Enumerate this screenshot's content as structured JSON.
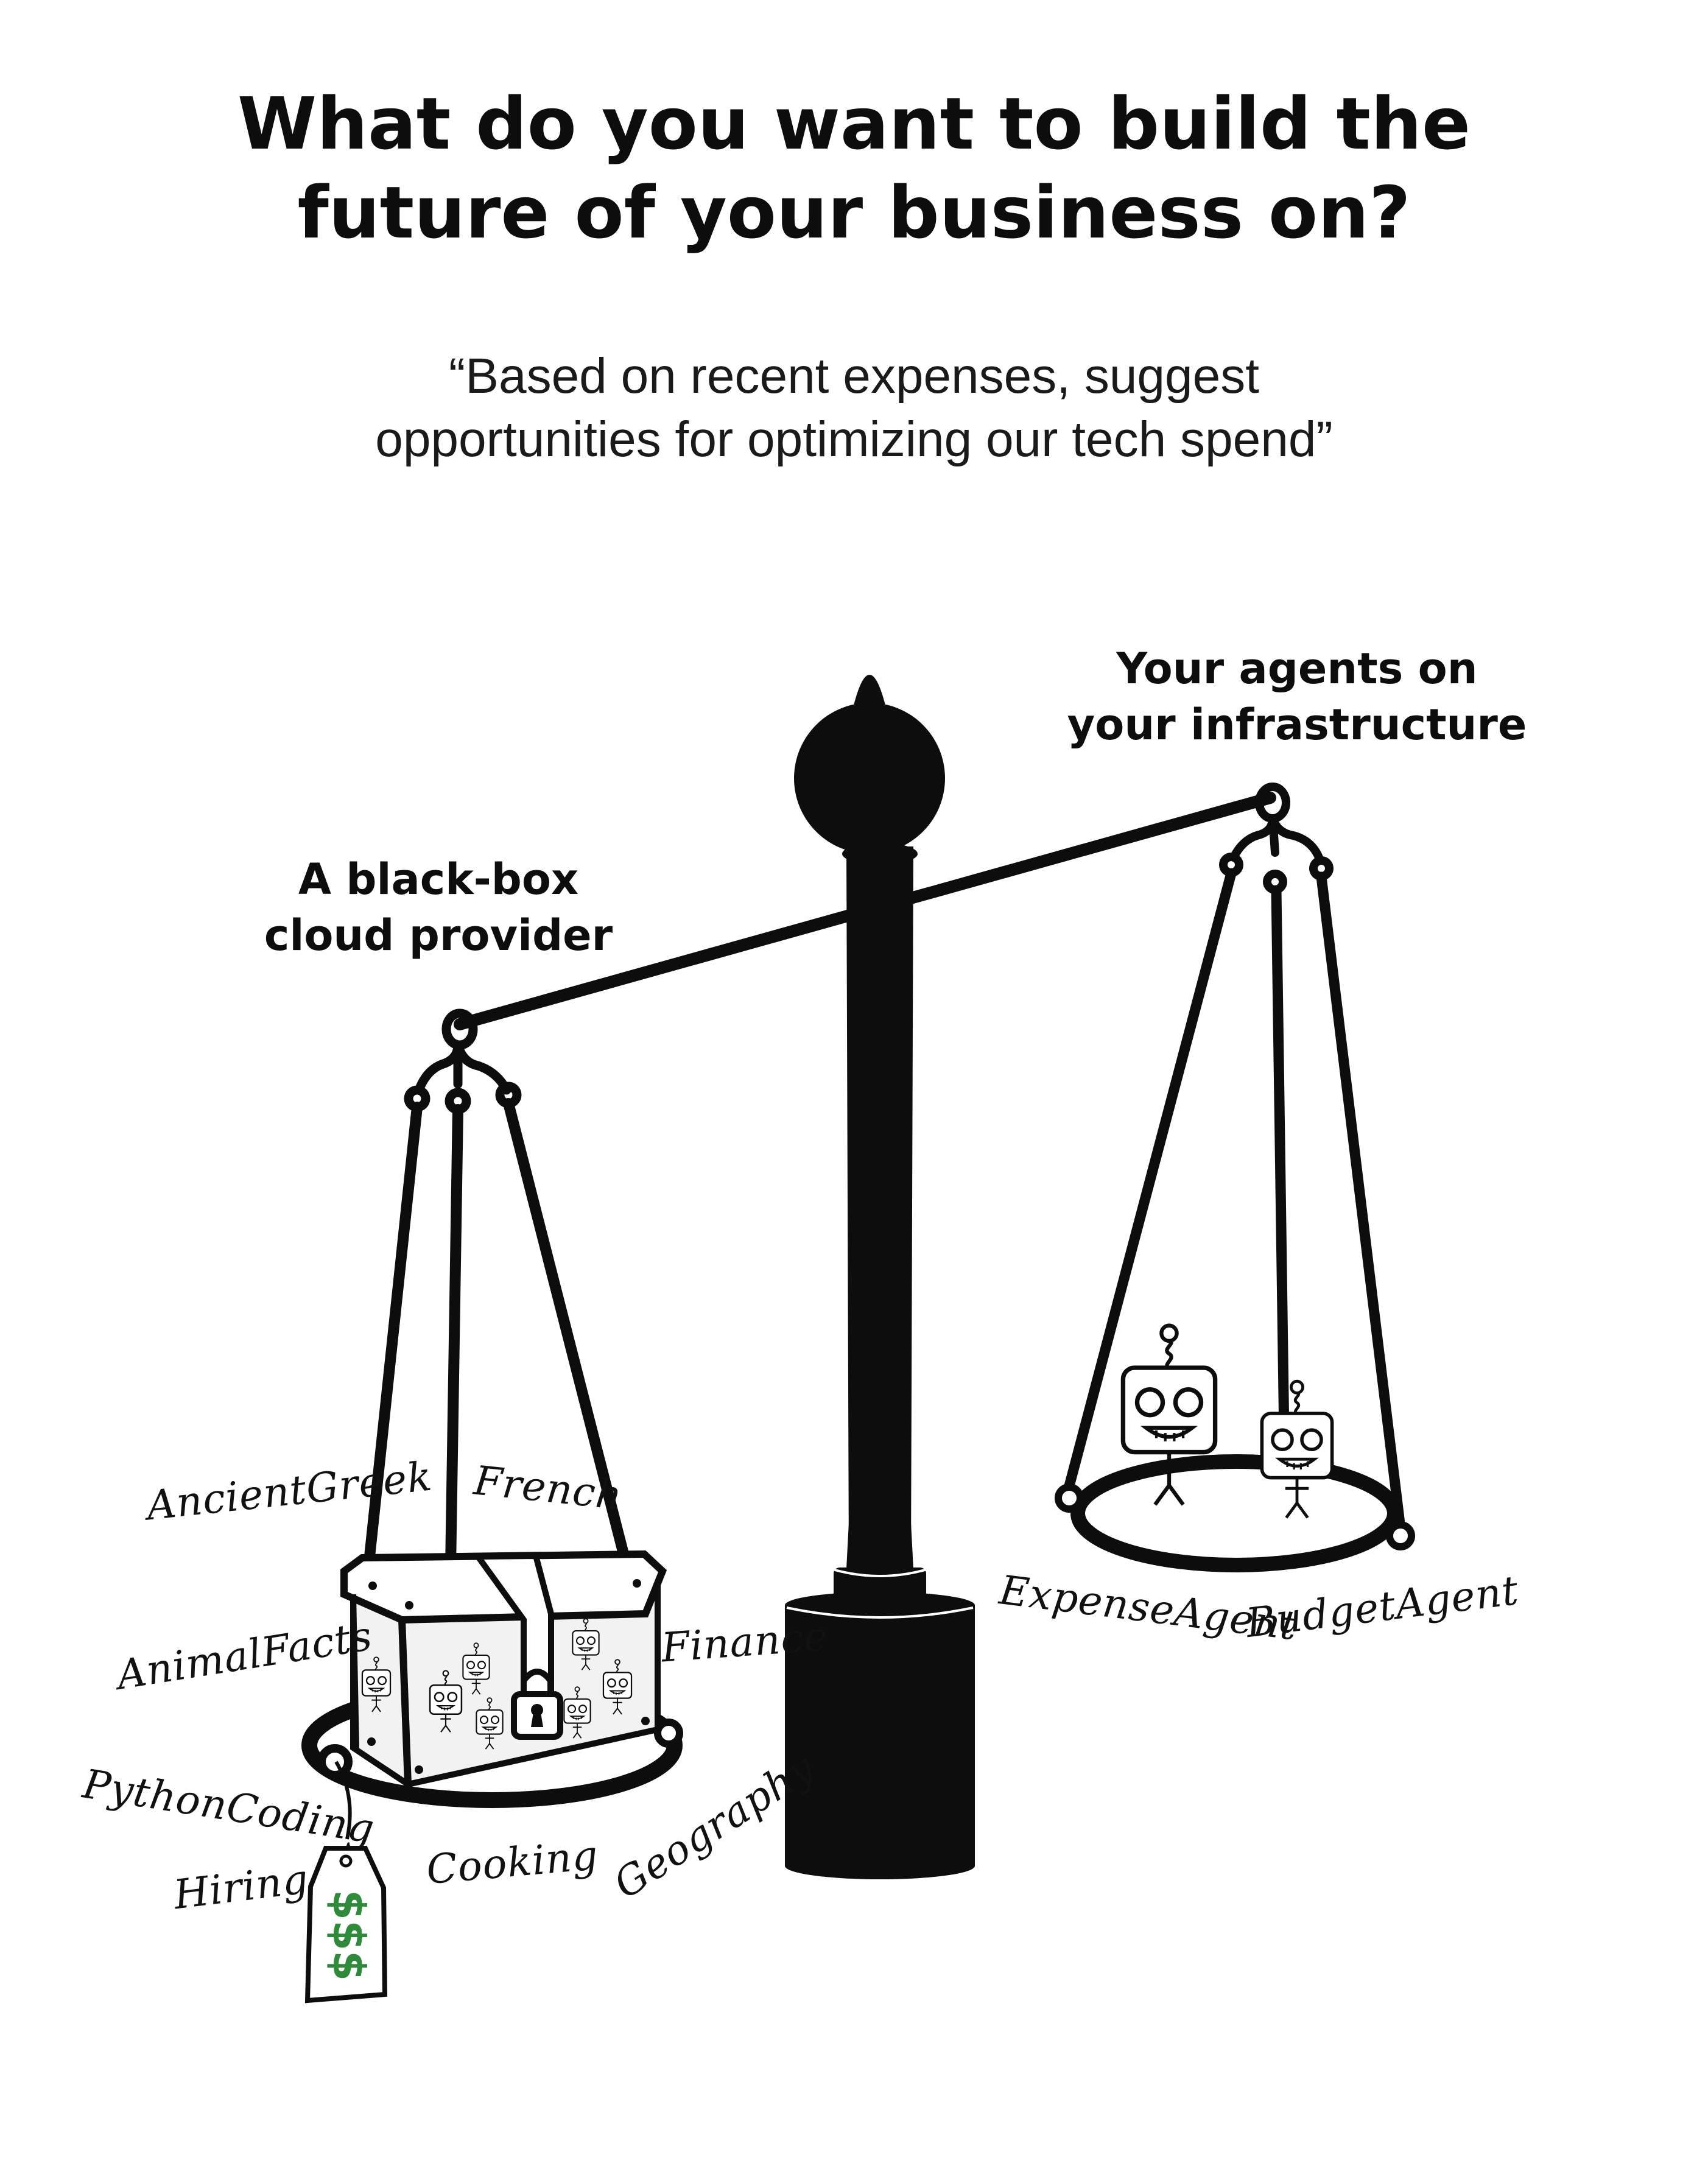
{
  "heading": {
    "line1": "What do you want to build the",
    "line2": "future of your business on?"
  },
  "quote": {
    "line1": "“Based on recent expenses, suggest",
    "line2": "opportunities for optimizing our tech spend”"
  },
  "left_pan": {
    "label_line1": "A black-box",
    "label_line2": "cloud provider",
    "topics": {
      "ancient_greek": "AncientGreek",
      "french": "French",
      "animal_facts": "AnimalFacts",
      "finance": "Finance",
      "python_coding": "PythonCoding",
      "hiring": "Hiring",
      "cooking": "Cooking",
      "geography": "Geography"
    },
    "price_tag": "$$$"
  },
  "right_pan": {
    "label_line1": "Your agents on",
    "label_line2": "your infrastructure",
    "agents": {
      "expense": "ExpenseAgent",
      "budget": "BudgetAgent"
    }
  },
  "colors": {
    "ink": "#0d0d0d",
    "money_green": "#2e8b3a",
    "chest_fill": "#f2f2f2"
  },
  "icons": [
    "balance-scale-icon",
    "treasure-chest-icon",
    "padlock-icon",
    "robot-icon",
    "price-tag-icon"
  ]
}
